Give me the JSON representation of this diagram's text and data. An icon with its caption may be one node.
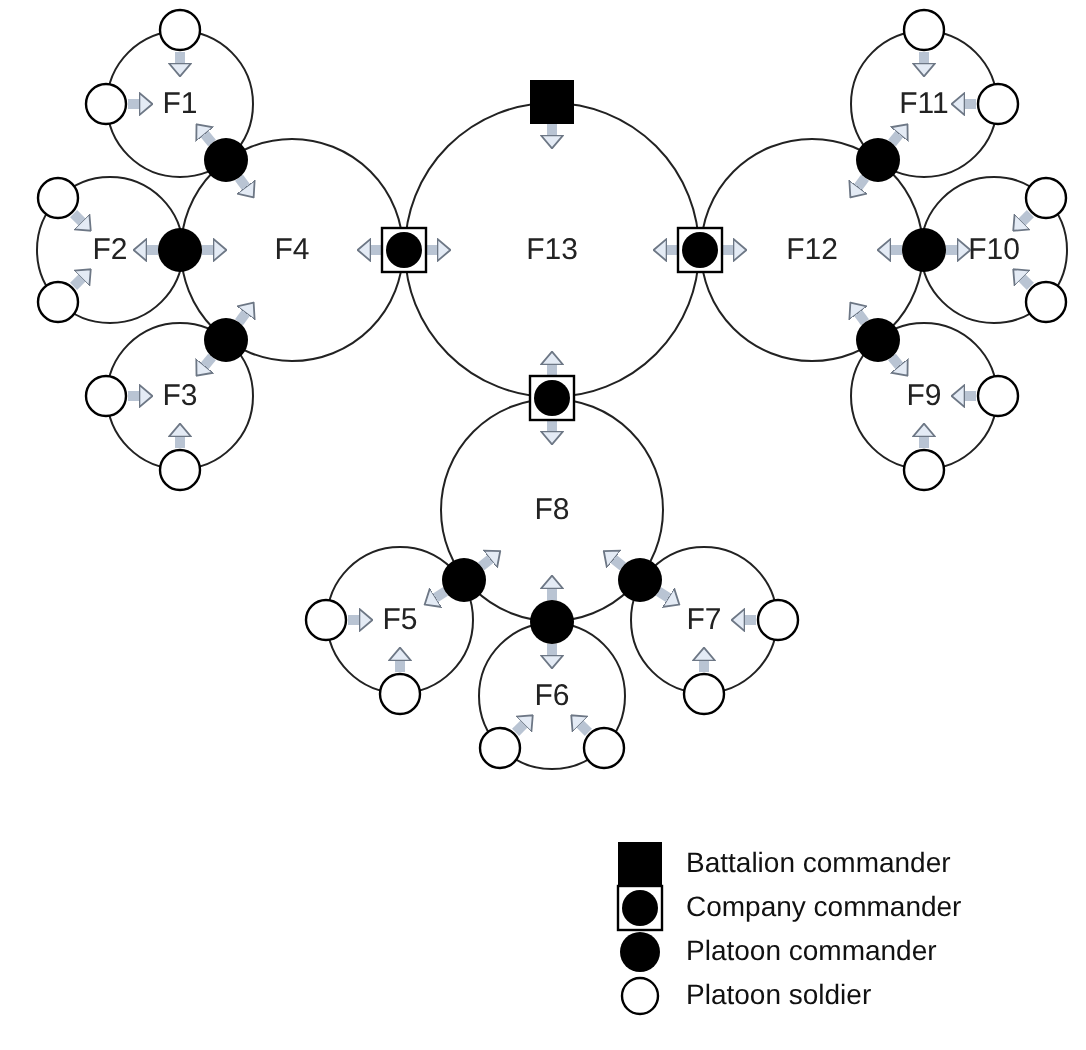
{
  "diagram": {
    "nodes": [
      {
        "text": [
          "F1"
        ]
      },
      {
        "text": [
          "F2"
        ]
      },
      {
        "text": [
          "F3"
        ]
      },
      {
        "text": [
          "F4"
        ]
      },
      {
        "text": [
          "F5"
        ]
      },
      {
        "text": [
          "F6"
        ]
      },
      {
        "text": [
          "F7"
        ]
      },
      {
        "text": [
          "F8"
        ]
      },
      {
        "text": [
          "F9"
        ]
      },
      {
        "text": [
          "F10"
        ]
      },
      {
        "text": [
          "F11"
        ]
      },
      {
        "text": [
          "F12"
        ]
      },
      {
        "text": [
          "F13"
        ]
      },
      {
        "text": [],
        "shape": "square"
      },
      {
        "text": [],
        "shape": "box"
      },
      {
        "text": [],
        "shape": "box"
      },
      {
        "text": [],
        "shape": "box"
      },
      {
        "text": [],
        "shape": "dot"
      },
      {
        "text": [],
        "shape": "dot"
      },
      {
        "text": [],
        "shape": "dot"
      },
      {
        "text": [],
        "shape": "dot"
      },
      {
        "text": [],
        "shape": "dot"
      },
      {
        "text": [],
        "shape": "dot"
      },
      {
        "text": [],
        "shape": "dot"
      },
      {
        "text": [],
        "shape": "dot"
      },
      {
        "text": [],
        "shape": "dot"
      },
      {
        "text": [],
        "shape": "circle"
      },
      {
        "text": [],
        "shape": "circle"
      },
      {
        "text": [],
        "shape": "circle"
      },
      {
        "text": [],
        "shape": "circle"
      },
      {
        "text": [],
        "shape": "circle"
      },
      {
        "text": [],
        "shape": "circle"
      },
      {
        "text": [],
        "shape": "circle"
      },
      {
        "text": [],
        "shape": "circle"
      },
      {
        "text": [],
        "shape": "circle"
      },
      {
        "text": [],
        "shape": "circle"
      },
      {
        "text": [],
        "shape": "circle"
      },
      {
        "text": [],
        "shape": "circle"
      },
      {
        "text": [],
        "shape": "circle"
      },
      {
        "text": [],
        "shape": "circle"
      },
      {
        "text": [],
        "shape": "circle"
      },
      {
        "text": [],
        "shape": "circle"
      },
      {
        "text": [],
        "shape": "circle"
      },
      {
        "text": [],
        "shape": "circle"
      }
    ],
    "edges": [
      {
        "from": 13,
        "to": 12,
        "arrow": "to"
      },
      {
        "from": 14,
        "to": 3,
        "arrow": "to"
      },
      {
        "from": 14,
        "to": 12,
        "arrow": "to"
      },
      {
        "from": 15,
        "to": 12,
        "arrow": "to"
      },
      {
        "from": 15,
        "to": 11,
        "arrow": "to"
      },
      {
        "from": 16,
        "to": 12,
        "arrow": "to"
      },
      {
        "from": 16,
        "to": 7,
        "arrow": "to"
      },
      {
        "from": 17,
        "to": 0,
        "arrow": "to"
      },
      {
        "from": 17,
        "to": 3,
        "arrow": "to"
      },
      {
        "from": 18,
        "to": 1,
        "arrow": "to"
      },
      {
        "from": 18,
        "to": 3,
        "arrow": "to"
      },
      {
        "from": 19,
        "to": 2,
        "arrow": "to"
      },
      {
        "from": 19,
        "to": 3,
        "arrow": "to"
      },
      {
        "from": 20,
        "to": 10,
        "arrow": "to"
      },
      {
        "from": 20,
        "to": 11,
        "arrow": "to"
      },
      {
        "from": 21,
        "to": 9,
        "arrow": "to"
      },
      {
        "from": 21,
        "to": 11,
        "arrow": "to"
      },
      {
        "from": 22,
        "to": 8,
        "arrow": "to"
      },
      {
        "from": 22,
        "to": 11,
        "arrow": "to"
      },
      {
        "from": 23,
        "to": 4,
        "arrow": "to"
      },
      {
        "from": 23,
        "to": 7,
        "arrow": "to"
      },
      {
        "from": 24,
        "to": 5,
        "arrow": "to"
      },
      {
        "from": 24,
        "to": 7,
        "arrow": "to"
      },
      {
        "from": 25,
        "to": 6,
        "arrow": "to"
      },
      {
        "from": 25,
        "to": 7,
        "arrow": "to"
      },
      {
        "from": 26,
        "to": 0,
        "arrow": "to"
      },
      {
        "from": 27,
        "to": 0,
        "arrow": "to"
      },
      {
        "from": 28,
        "to": 1,
        "arrow": "to"
      },
      {
        "from": 29,
        "to": 1,
        "arrow": "to"
      },
      {
        "from": 30,
        "to": 2,
        "arrow": "to"
      },
      {
        "from": 31,
        "to": 2,
        "arrow": "to"
      },
      {
        "from": 32,
        "to": 10,
        "arrow": "to"
      },
      {
        "from": 33,
        "to": 10,
        "arrow": "to"
      },
      {
        "from": 34,
        "to": 9,
        "arrow": "to"
      },
      {
        "from": 35,
        "to": 9,
        "arrow": "to"
      },
      {
        "from": 36,
        "to": 8,
        "arrow": "to"
      },
      {
        "from": 37,
        "to": 8,
        "arrow": "to"
      },
      {
        "from": 38,
        "to": 4,
        "arrow": "to"
      },
      {
        "from": 39,
        "to": 4,
        "arrow": "to"
      },
      {
        "from": 40,
        "to": 5,
        "arrow": "to"
      },
      {
        "from": 41,
        "to": 5,
        "arrow": "to"
      },
      {
        "from": 42,
        "to": 6,
        "arrow": "to"
      },
      {
        "from": 43,
        "to": 6,
        "arrow": "to"
      }
    ],
    "legend": [
      {
        "text": "Battalion commander"
      },
      {
        "text": "Company commander"
      },
      {
        "text": "Platoon commander"
      },
      {
        "text": "Platoon soldier"
      }
    ]
  }
}
